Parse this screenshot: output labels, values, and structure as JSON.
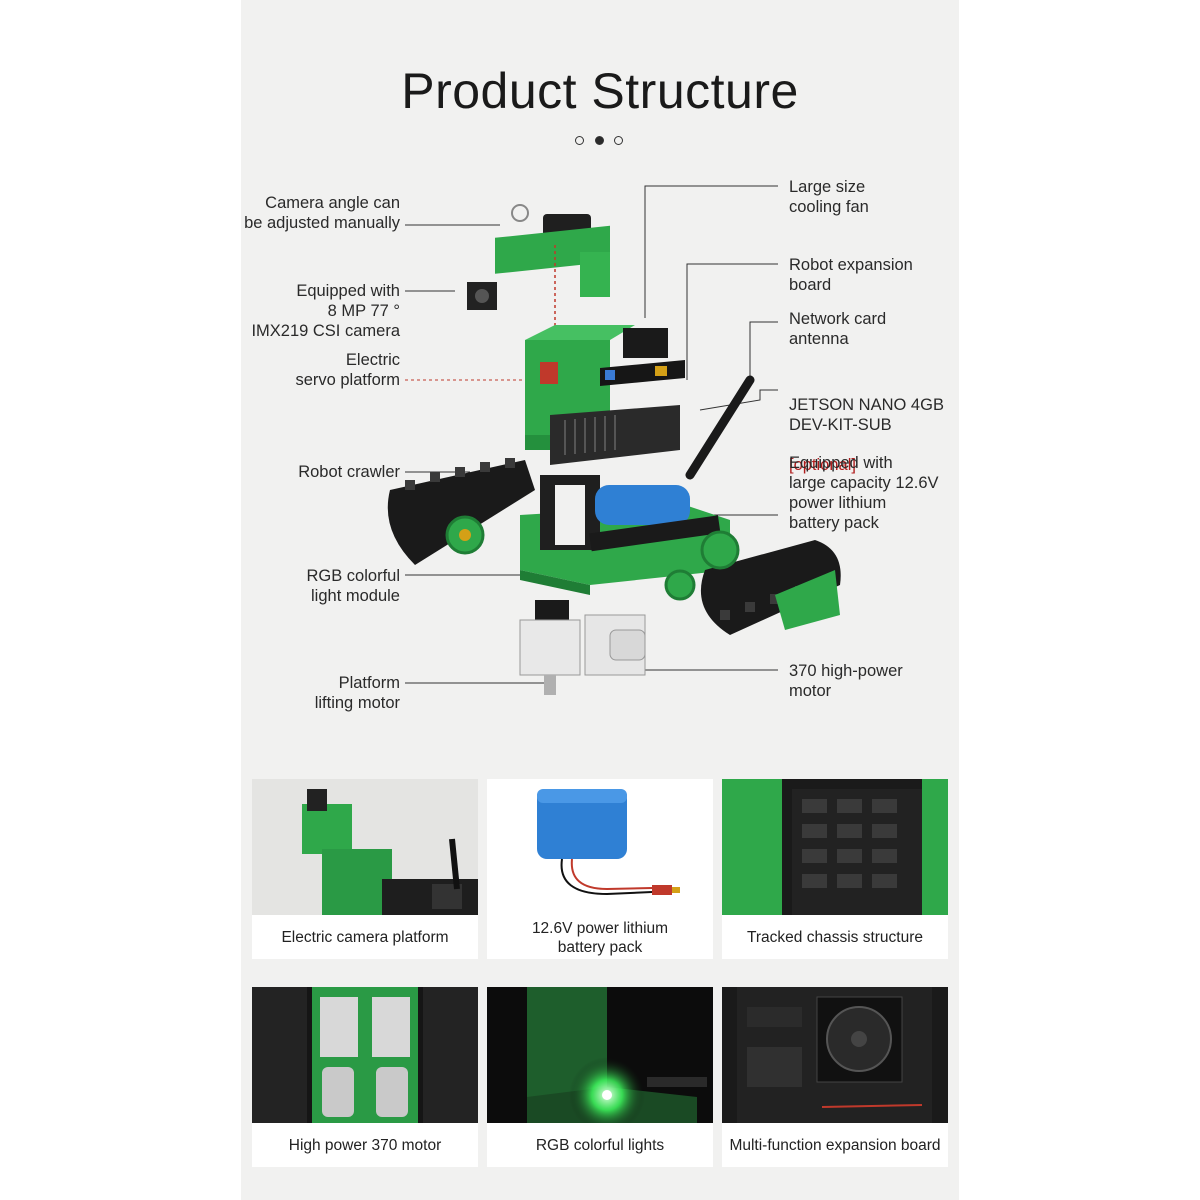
{
  "title": "Product Structure",
  "pager": {
    "total": 3,
    "active": 2
  },
  "labels": {
    "camera_angle": "Camera angle can\nbe adjusted manually",
    "csi_camera": "Equipped with\n8 MP 77 °\nIMX219 CSI camera",
    "servo_platform": "Electric\nservo platform",
    "crawler": "Robot crawler",
    "rgb_module": "RGB colorful\nlight module",
    "lifting_motor": "Platform\nlifting motor",
    "cooling_fan": "Large size\ncooling fan",
    "expansion_board": "Robot expansion\nboard",
    "antenna": "Network card\nantenna",
    "jetson_main": "JETSON NANO 4GB\nDEV-KIT-SUB",
    "jetson_optional": "[optional]",
    "battery": "Equipped with\nlarge capacity 12.6V\npower lithium\nbattery pack",
    "motor_370": "370 high-power\nmotor"
  },
  "cards": [
    {
      "caption": "Electric camera platform",
      "image": "camera-platform-photo"
    },
    {
      "caption": "12.6V power lithium\nbattery pack",
      "image": "battery-photo"
    },
    {
      "caption": "Tracked chassis structure",
      "image": "tracked-chassis-photo"
    },
    {
      "caption": "High power 370 motor",
      "image": "motor-photo"
    },
    {
      "caption": "RGB colorful lights",
      "image": "rgb-lights-photo"
    },
    {
      "caption": "Multi-function expansion board",
      "image": "expansion-board-photo"
    }
  ],
  "colors": {
    "accent_green": "#2fa84a",
    "dark": "#1f1f1f",
    "panel_bg": "#f1f1f0",
    "optional_red": "#b01c1c",
    "battery_blue": "#2f80d4"
  }
}
